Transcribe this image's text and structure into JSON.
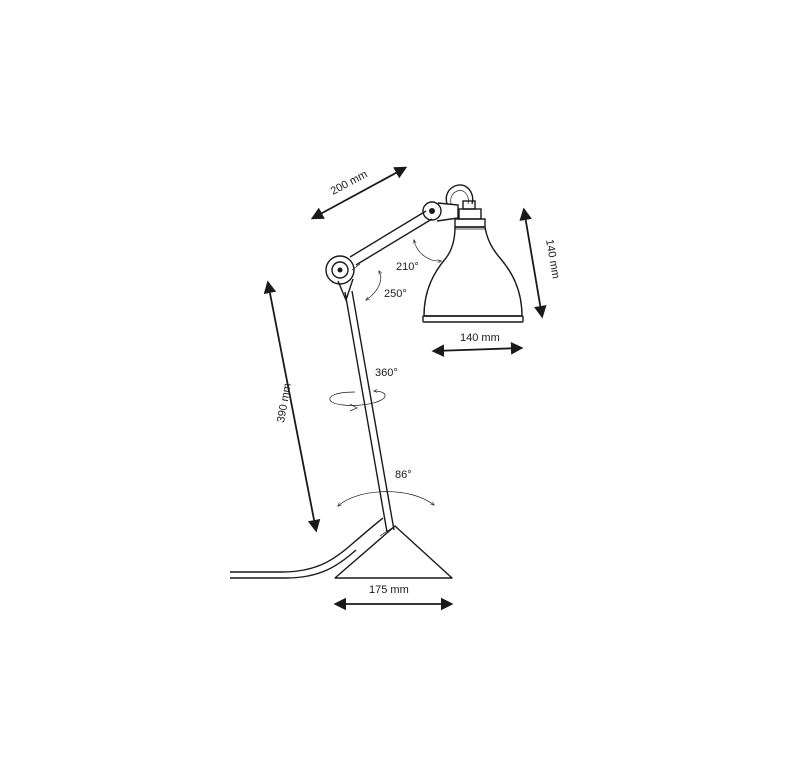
{
  "dimensions": {
    "arm_length": "200 mm",
    "shade_height": "140 mm",
    "shade_width": "140 mm",
    "stem_height": "390 mm",
    "base_width": "175 mm"
  },
  "angles": {
    "head_rotation": "210°",
    "arm_rotation": "250°",
    "stem_rotation": "360°",
    "base_tilt": "86°"
  },
  "colors": {
    "stroke": "#1a1a1a",
    "background": "#ffffff"
  }
}
